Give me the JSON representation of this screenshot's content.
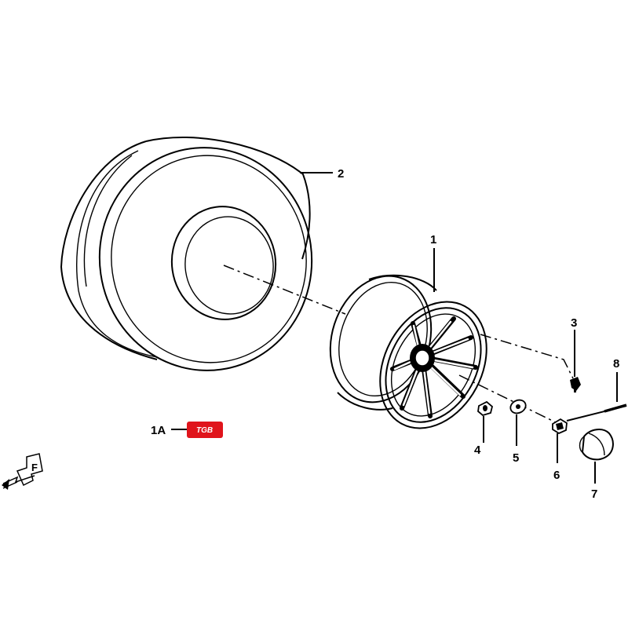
{
  "callouts": {
    "c1": "1",
    "c1a": "1A",
    "c2": "2",
    "c3": "3",
    "c4": "4",
    "c5": "5",
    "c6": "6",
    "c7": "7",
    "c8": "8"
  },
  "badge": {
    "text": "TGB",
    "color": "#e0141b"
  },
  "direction_marker": {
    "letter": "F"
  }
}
